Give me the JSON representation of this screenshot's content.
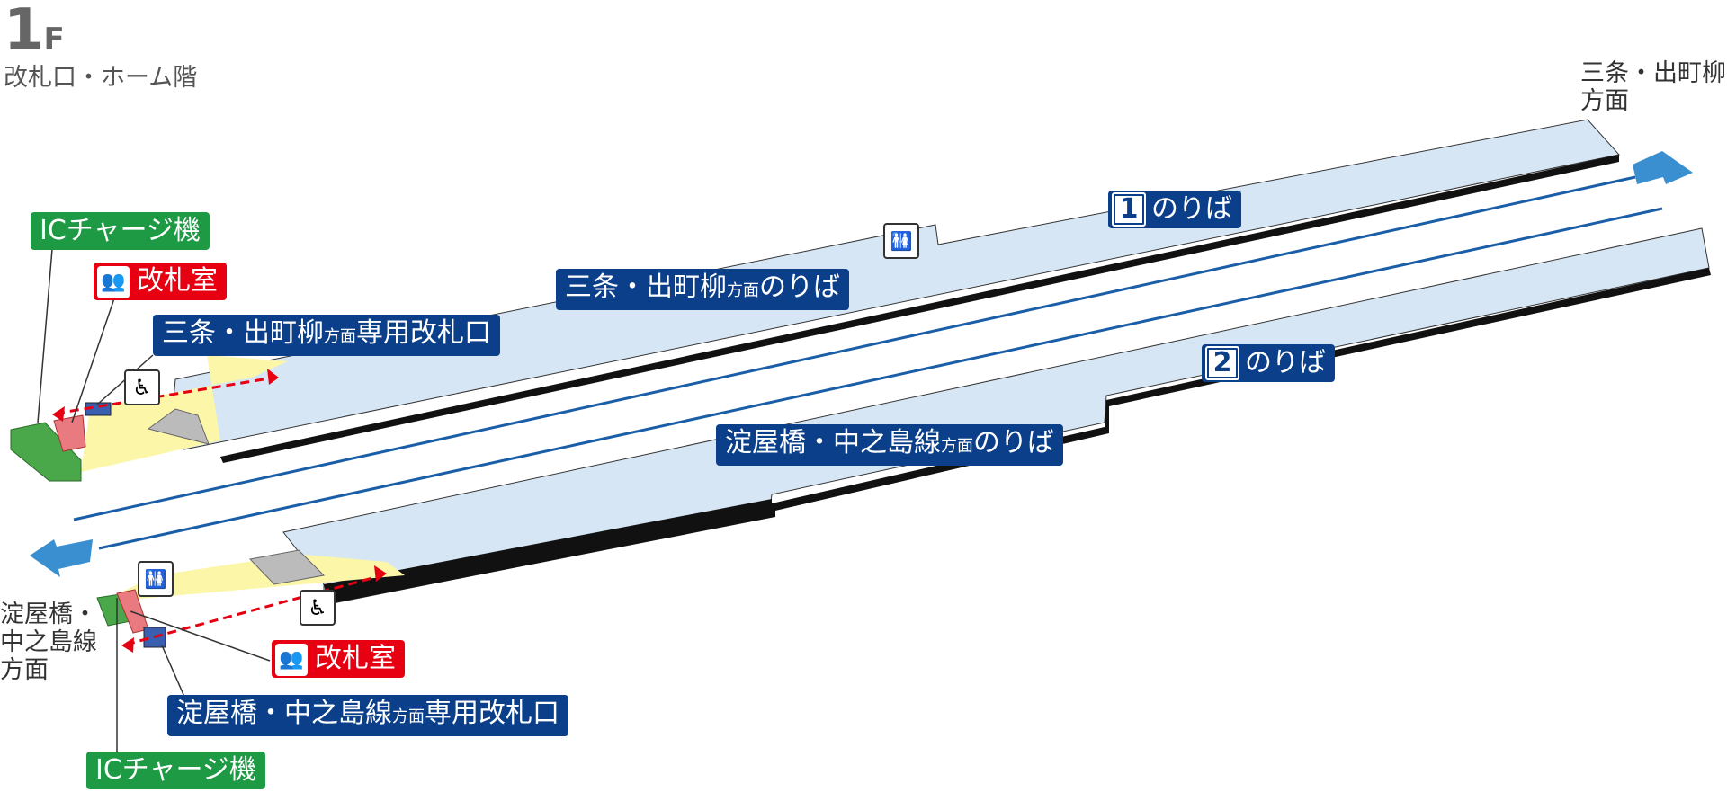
{
  "floor": {
    "number": "1",
    "unit": "F",
    "subtitle": "改札口・ホーム階"
  },
  "directions": {
    "top_right": [
      "三条・出町柳",
      "方面"
    ],
    "bottom_left": [
      "淀屋橋・",
      "中之島線",
      "方面"
    ]
  },
  "labels": {
    "ic_charge_top": "ICチャージ機",
    "kaisatsu_top": "改札室",
    "gate_top_main": "三条・出町柳",
    "gate_top_small": "方面",
    "gate_top_tail": "専用改札口",
    "platform1_num": "1",
    "platform1_text": "のりば",
    "platform1_dir_main": "三条・出町柳",
    "platform1_dir_small": "方面",
    "platform1_dir_tail": "のりば",
    "platform2_num": "2",
    "platform2_text": "のりば",
    "platform2_dir_main": "淀屋橋・中之島線",
    "platform2_dir_small": "方面",
    "platform2_dir_tail": "のりば",
    "kaisatsu_bottom": "改札室",
    "gate_bottom_main": "淀屋橋・中之島線",
    "gate_bottom_small": "方面",
    "gate_bottom_tail": "専用改札口",
    "ic_charge_bottom": "ICチャージ機"
  },
  "colors": {
    "navy": "#0b3f8a",
    "red": "#e60012",
    "green": "#1e9a45",
    "platform": "#d6e6f5",
    "concourse": "#fbf6a8",
    "arrow": "#3a8fd0",
    "track": "#1a5ea8"
  },
  "icons": [
    "toilet-icon",
    "wheelchair-icon",
    "station-staff-icon",
    "direction-arrow-icon"
  ]
}
